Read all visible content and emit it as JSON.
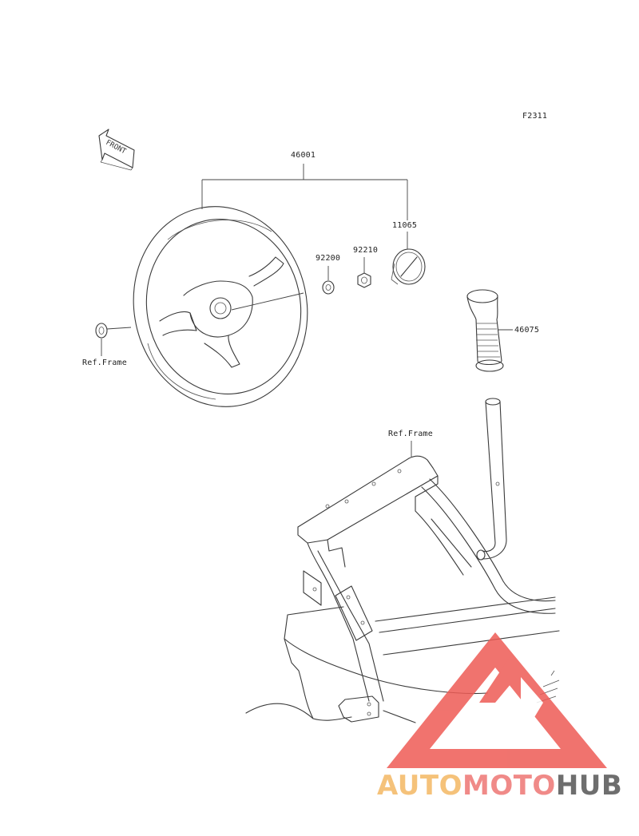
{
  "figure_code": "F2311",
  "front_label": "FRONT",
  "parts": {
    "steering_wheel": "46001",
    "washer": "92200",
    "nut": "92210",
    "cap": "11065",
    "grip": "46075"
  },
  "references": {
    "frame_left": "Ref.Frame",
    "frame_bottom": "Ref.Frame"
  },
  "watermark": {
    "part1": "AUTO",
    "part2": "MOTO",
    "part3": "HUB",
    "colors": {
      "part1": "#f5c27a",
      "part2": "#f08a88",
      "part3": "#6e6e6e",
      "triangle": "#ee5b55"
    }
  }
}
